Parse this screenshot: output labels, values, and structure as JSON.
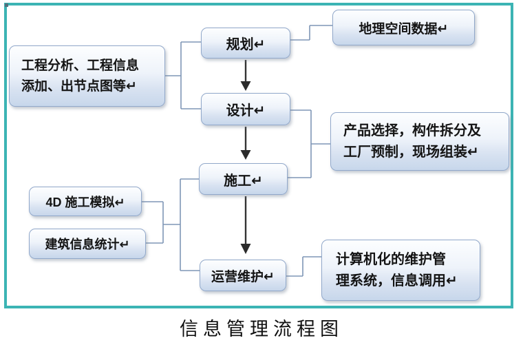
{
  "figure": {
    "caption": "信息管理流程图"
  },
  "colors": {
    "frame_teal": "#3cb4b4",
    "connector_blue": "#7e96b6",
    "node_border": "#91a8ca",
    "node_fill_bottom": "#c7d7eb",
    "arrow_dark": "#333333"
  },
  "nodes": {
    "planning": {
      "label": "规划↵"
    },
    "design": {
      "label": "设计↵"
    },
    "construction": {
      "label": "施工↵"
    },
    "operation": {
      "label": "运营维护↵"
    },
    "eng_info": {
      "label": "工程分析、工程信息\n添加、出节点图等↵"
    },
    "geo_data": {
      "label": "地理空间数据↵"
    },
    "product": {
      "label": "产品选择，构件拆分及\n工厂预制，现场组装↵"
    },
    "sim_4d": {
      "label": "4D 施工模拟↵"
    },
    "building_stats": {
      "label": "建筑信息统计↵"
    },
    "cmms": {
      "label": "计算机化的维护管\n理系统，信息调用↵"
    }
  },
  "edges": [
    {
      "from": "planning",
      "to": "design",
      "type": "arrow-down"
    },
    {
      "from": "design",
      "to": "construction",
      "type": "arrow-down"
    },
    {
      "from": "construction",
      "to": "operation",
      "type": "arrow-down"
    },
    {
      "from": "eng_info",
      "to": "planning+design",
      "type": "bracket"
    },
    {
      "from": "planning",
      "to": "geo_data",
      "type": "elbow"
    },
    {
      "from": "design+construction",
      "to": "product",
      "type": "bracket"
    },
    {
      "from": "sim_4d+building_stats",
      "to": "construction+operation",
      "type": "bracket"
    },
    {
      "from": "operation",
      "to": "cmms",
      "type": "elbow"
    }
  ]
}
